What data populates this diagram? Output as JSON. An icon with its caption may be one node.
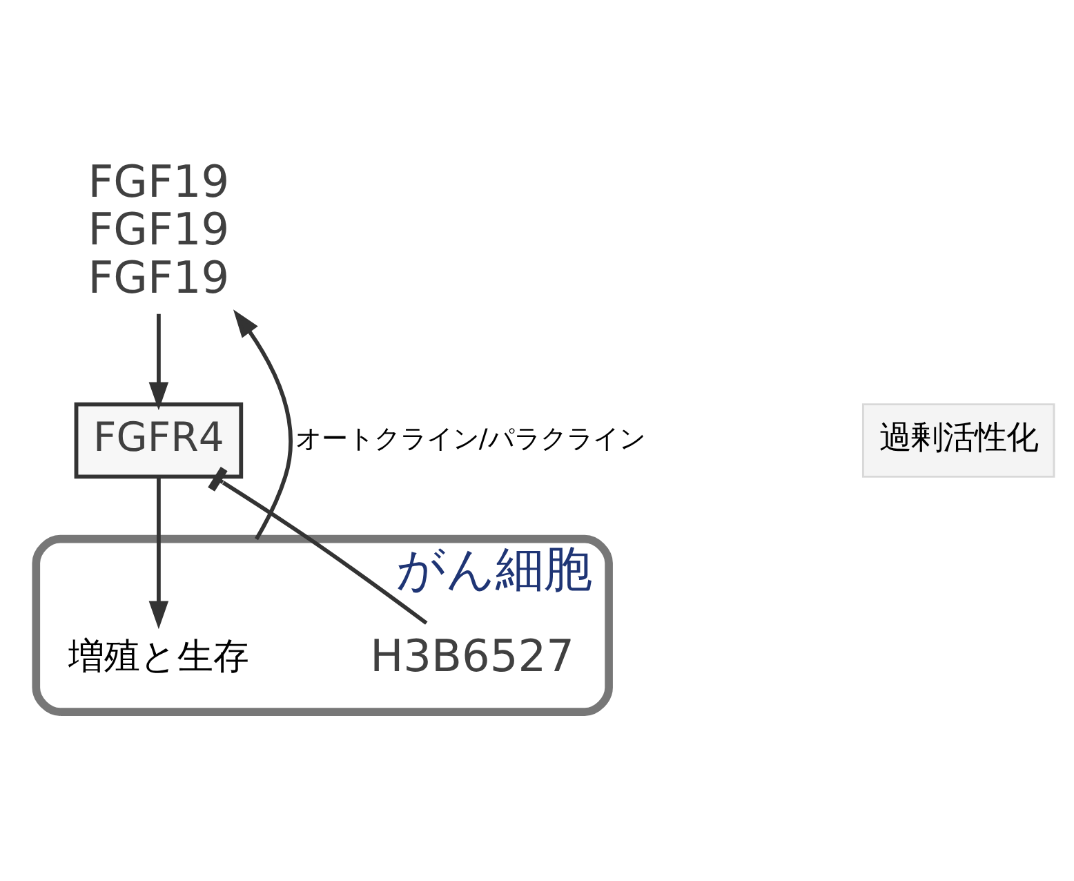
{
  "diagram": {
    "nodes": [
      {
        "text": [
          "FGF19",
          "FGF19",
          "FGF19"
        ]
      },
      {
        "text": [
          "過剰活性化"
        ]
      },
      {
        "text": [
          "がん細胞"
        ]
      },
      {
        "text": [
          "FGFR4"
        ]
      },
      {
        "text": [
          "H3B6527"
        ],
        "in": 2
      },
      {
        "text": [
          "増殖と生存"
        ],
        "in": 2
      }
    ],
    "edges": [
      {
        "from": 0,
        "to": 3,
        "arrow": "to"
      },
      {
        "from": 4,
        "to": 3,
        "arrow": "other"
      },
      {
        "from": 3,
        "to": 5,
        "arrow": "to"
      },
      {
        "from": 2,
        "to": 0,
        "arrow": "to",
        "label": "オートクライン/パラクライン"
      }
    ]
  }
}
